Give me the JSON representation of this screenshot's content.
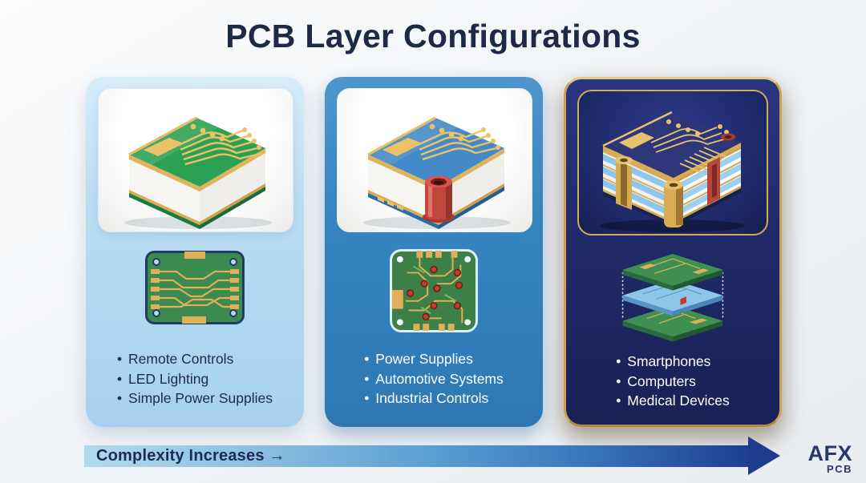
{
  "title": "PCB Layer Configurations",
  "list_bullet": "•",
  "cards": [
    {
      "name": "single-layer-pcb",
      "items": [
        "Remote Controls",
        "LED Lighting",
        "Simple Power Supplies"
      ]
    },
    {
      "name": "double-layer-pcb",
      "items": [
        "Power Supplies",
        "Automotive Systems",
        "Industrial Controls"
      ]
    },
    {
      "name": "multi-layer-pcb",
      "items": [
        "Smartphones",
        "Computers",
        "Medical Devices"
      ]
    }
  ],
  "arrow_label": "Complexity Increases →",
  "logo": {
    "primary": "AFX",
    "secondary": "PCB"
  },
  "colors": {
    "title_ink": "#1e2847",
    "card1_bg": "#aed4ee",
    "card2_bg": "#3585c1",
    "card3_bg": "#202a68",
    "gold_border": "#c9a254",
    "arrow_dark": "#1d3a8c",
    "pcb_green": "#31a156",
    "pcb_blue": "#4489c8",
    "via_red": "#c2463c"
  }
}
